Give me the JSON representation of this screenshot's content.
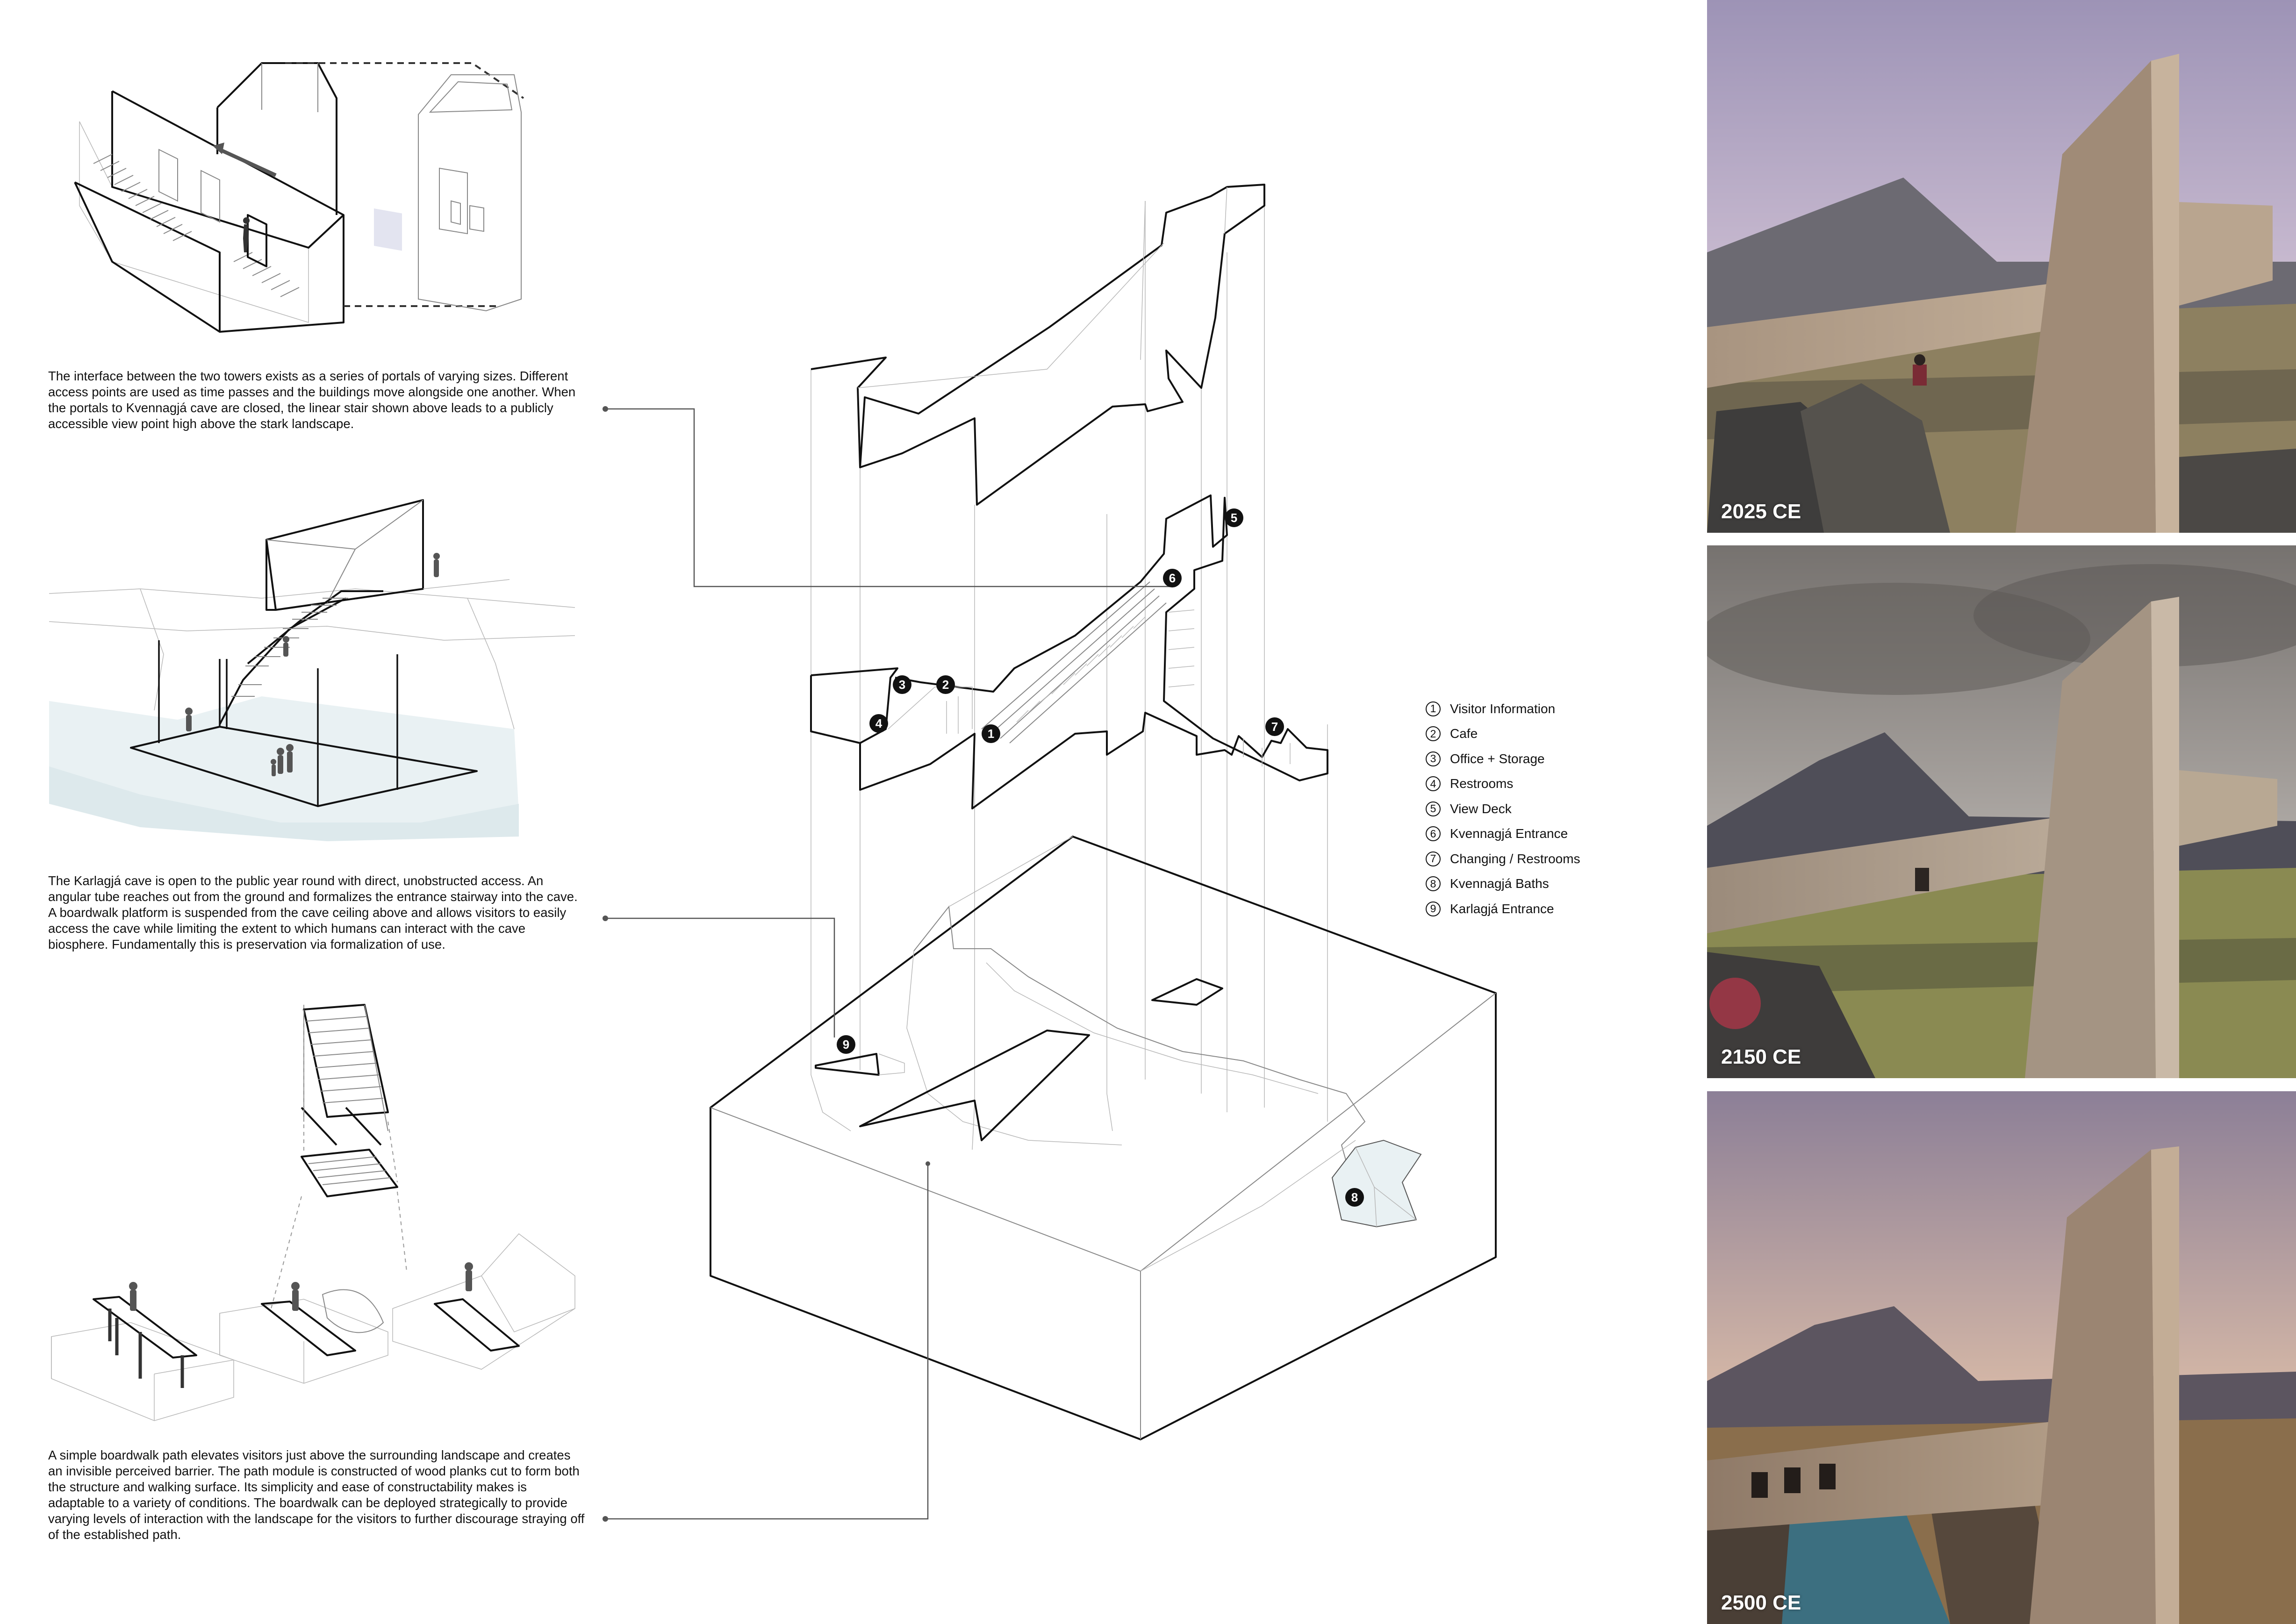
{
  "descriptions": {
    "towers": "The interface between the two towers exists as a series of portals of varying sizes. Different access points are used as time passes and the buildings move alongside one another. When the portals to Kvennagjá cave are closed, the linear stair shown above leads to a publicly accessible view point high above the stark landscape.",
    "cave": "The Karlagjá cave is open to the public year round with direct, unobstructed access. An angular tube reaches out from the ground and formalizes the entrance stairway into the cave. A boardwalk platform is suspended from the cave ceiling above and allows visitors to easily access the cave while limiting the extent to which humans can interact with the cave biosphere. Fundamentally this is preservation via formalization of use.",
    "boardwalk": "A simple boardwalk path elevates visitors just above the surrounding landscape and creates an invisible perceived barrier. The path module is constructed of wood planks cut to form both the structure and walking surface.  Its simplicity and ease of constructability makes is adaptable to a variety of conditions.  The boardwalk can be deployed strategically to provide varying levels of interaction with the landscape for the visitors to further discourage straying off of the established path."
  },
  "legend": [
    {
      "num": "1",
      "label": "Visitor Information"
    },
    {
      "num": "2",
      "label": "Cafe"
    },
    {
      "num": "3",
      "label": "Office + Storage"
    },
    {
      "num": "4",
      "label": "Restrooms"
    },
    {
      "num": "5",
      "label": "View Deck"
    },
    {
      "num": "6",
      "label": "Kvennagjá Entrance"
    },
    {
      "num": "7",
      "label": "Changing / Restrooms"
    },
    {
      "num": "8",
      "label": "Kvennagjá Baths"
    },
    {
      "num": "9",
      "label": "Karlagjá Entrance"
    }
  ],
  "renders": [
    {
      "era": "2025 CE"
    },
    {
      "era": "2150 CE"
    },
    {
      "era": "2500 CE"
    }
  ],
  "colors": {
    "line": "#111111",
    "leader": "#555555",
    "ice": "#e9f1f3"
  }
}
